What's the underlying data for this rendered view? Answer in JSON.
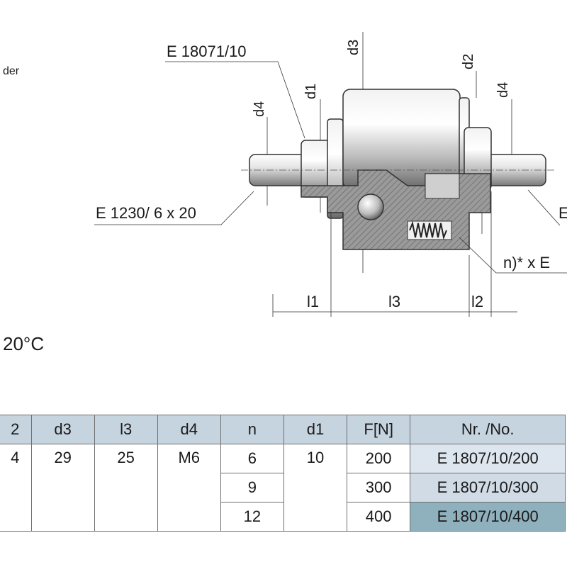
{
  "fragments": {
    "top_left": "der",
    "temperature": "20°C"
  },
  "drawing": {
    "labels": {
      "part_e18071": "E 18071/10",
      "part_e1230": "E 1230/ 6 x 20",
      "part_right_e": "E",
      "spring_note": "n)* x E",
      "d1": "d1",
      "d2": "d2",
      "d3": "d3",
      "d4_left": "d4",
      "d4_right": "d4",
      "l1": "l1",
      "l2": "l2",
      "l3": "l3"
    }
  },
  "table": {
    "headers": [
      "2",
      "d3",
      "l3",
      "d4",
      "n",
      "d1",
      "F[N]",
      "Nr. /No."
    ],
    "shared": {
      "l2": "4",
      "d3": "29",
      "l3": "25",
      "d4": "M6",
      "d1": "10"
    },
    "rows": [
      {
        "n": "6",
        "f": "200",
        "nr": "E 1807/10/200"
      },
      {
        "n": "9",
        "f": "300",
        "nr": "E 1807/10/300"
      },
      {
        "n": "12",
        "f": "400",
        "nr": "E 1807/10/400"
      }
    ]
  },
  "colors": {
    "header_bg": "#c6d4e0",
    "nr_selected_bg": "#8fb0bd",
    "section_hatch": "#8c8c8c"
  }
}
